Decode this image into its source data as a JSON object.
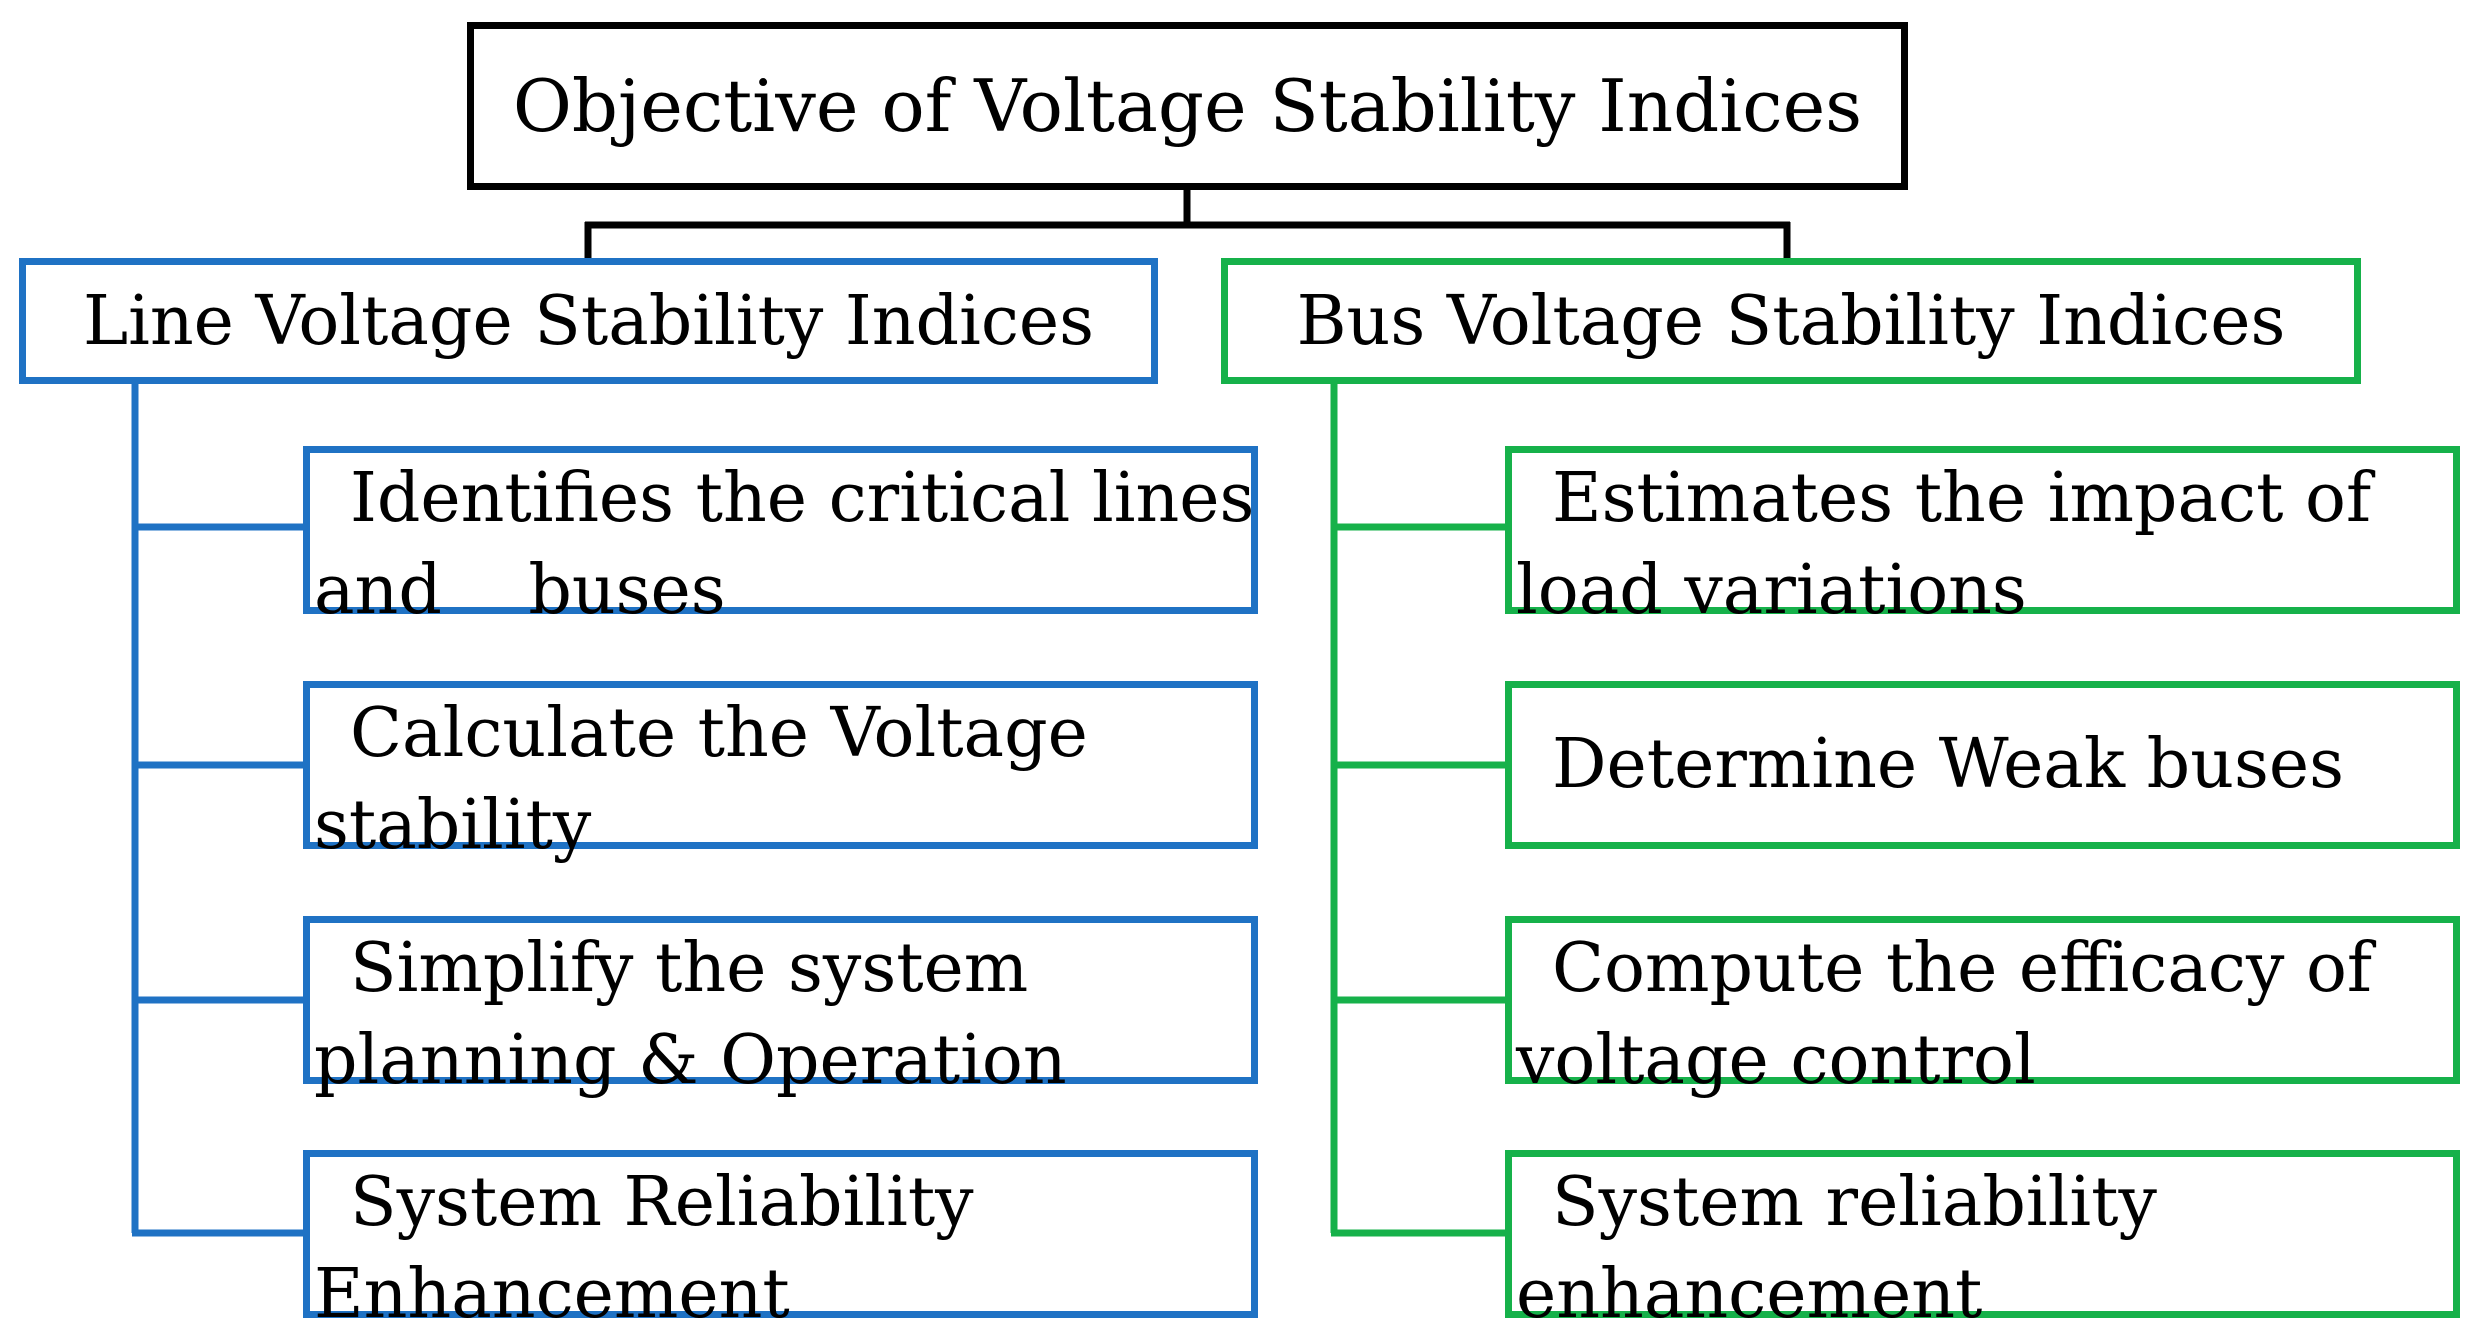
{
  "root": {
    "label": "Objective of Voltage Stability Indices"
  },
  "colors": {
    "root": "#000000",
    "line": "#1f72c4",
    "bus": "#16b14a"
  },
  "line_group": {
    "title": "Line Voltage Stability Indices",
    "items": [
      {
        "line1": "Identifies the critical lines",
        "line2": "and    buses"
      },
      {
        "line1": "Calculate the Voltage",
        "line2": "stability"
      },
      {
        "line1": "Simplify the system",
        "line2": "planning & Operation"
      },
      {
        "line1": "System Reliability",
        "line2": "Enhancement"
      }
    ]
  },
  "bus_group": {
    "title": "Bus Voltage Stability Indices",
    "items": [
      {
        "line1": "Estimates the impact of",
        "line2": "load variations"
      },
      {
        "line1": "Determine Weak buses",
        "line2": ""
      },
      {
        "line1": "Compute the efficacy of",
        "line2": "voltage control"
      },
      {
        "line1": "System reliability",
        "line2": "enhancement"
      }
    ]
  }
}
